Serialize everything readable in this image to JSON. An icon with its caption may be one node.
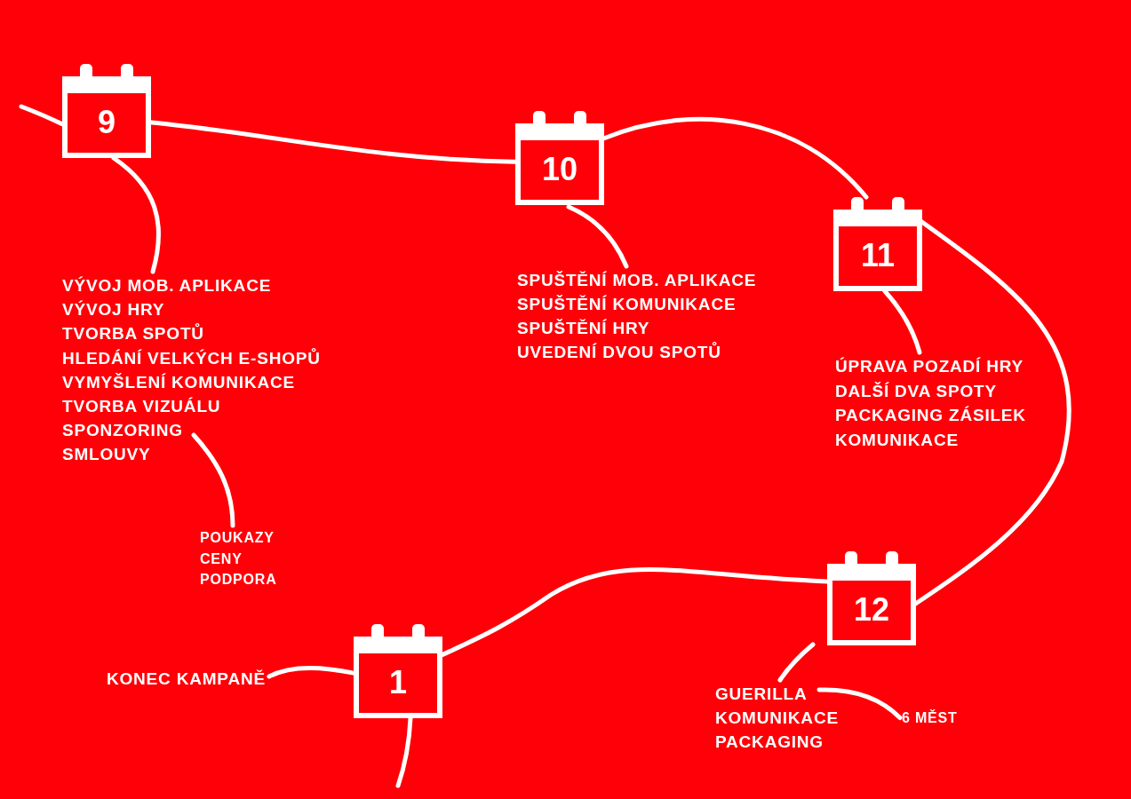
{
  "diagram": {
    "nodes": [
      {
        "text": [
          "9"
        ]
      },
      {
        "text": [
          "10"
        ]
      },
      {
        "text": [
          "11"
        ]
      },
      {
        "text": [
          "12"
        ]
      },
      {
        "text": [
          "1"
        ]
      },
      {
        "text": [
          "VÝVOJ MOB. APLIKACE",
          "VÝVOJ HRY",
          "TVORBA SPOTŮ",
          "HLEDÁNÍ VELKÝCH E-SHOPŮ",
          "VYMYŠLENÍ KOMUNIKACE",
          "TVORBA VIZUÁLU",
          "SPONZORING",
          "SMLOUVY"
        ]
      },
      {
        "text": [
          "POUKAZY",
          "CENY",
          "PODPORA"
        ]
      },
      {
        "text": [
          "SPUŠTĚNÍ MOB. APLIKACE",
          "SPUŠTĚNÍ KOMUNIKACE",
          "SPUŠTĚNÍ HRY",
          "UVEDENÍ DVOU SPOTŮ"
        ]
      },
      {
        "text": [
          "ÚPRAVA POZADÍ HRY",
          "DALŠÍ DVA SPOTY",
          "PACKAGING ZÁSILEK",
          "KOMUNIKACE"
        ]
      },
      {
        "text": [
          "KONEC KAMPANĚ"
        ]
      },
      {
        "text": [
          "GUERILLA",
          "KOMUNIKACE",
          "PACKAGING"
        ]
      },
      {
        "text": [
          "6 MĚST"
        ]
      }
    ],
    "edges": [
      {
        "from": null,
        "to": 0,
        "arrow": "none"
      },
      {
        "from": 0,
        "to": 1,
        "arrow": "none"
      },
      {
        "from": 1,
        "to": 2,
        "arrow": "none"
      },
      {
        "from": 2,
        "to": 3,
        "arrow": "none"
      },
      {
        "from": 3,
        "to": 4,
        "arrow": "none"
      },
      {
        "from": 4,
        "to": null,
        "arrow": "none"
      },
      {
        "from": 0,
        "to": 5,
        "arrow": "none"
      },
      {
        "from": 1,
        "to": 7,
        "arrow": "none"
      },
      {
        "from": 2,
        "to": 8,
        "arrow": "none"
      },
      {
        "from": 3,
        "to": 10,
        "arrow": "none"
      },
      {
        "from": 9,
        "to": 4,
        "arrow": "none"
      },
      {
        "from": 5,
        "to": 6,
        "arrow": "none"
      },
      {
        "from": 10,
        "to": 11,
        "arrow": "none"
      }
    ]
  }
}
